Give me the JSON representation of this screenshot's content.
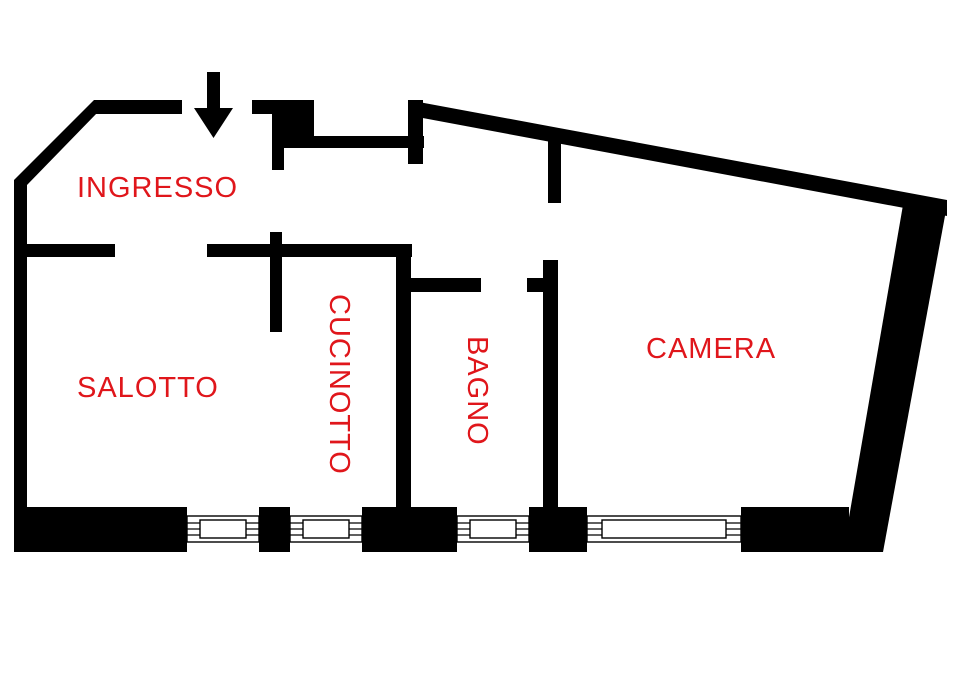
{
  "rooms": {
    "ingresso": "INGRESSO",
    "salotto": "SALOTTO",
    "cucinotto": "CUCINOTTO",
    "bagno": "BAGNO",
    "camera": "CAMERA"
  },
  "colors": {
    "label": "#e0161b",
    "wall": "#000000",
    "background": "#ffffff"
  },
  "icons": {
    "entrance": "arrow-down-icon"
  }
}
